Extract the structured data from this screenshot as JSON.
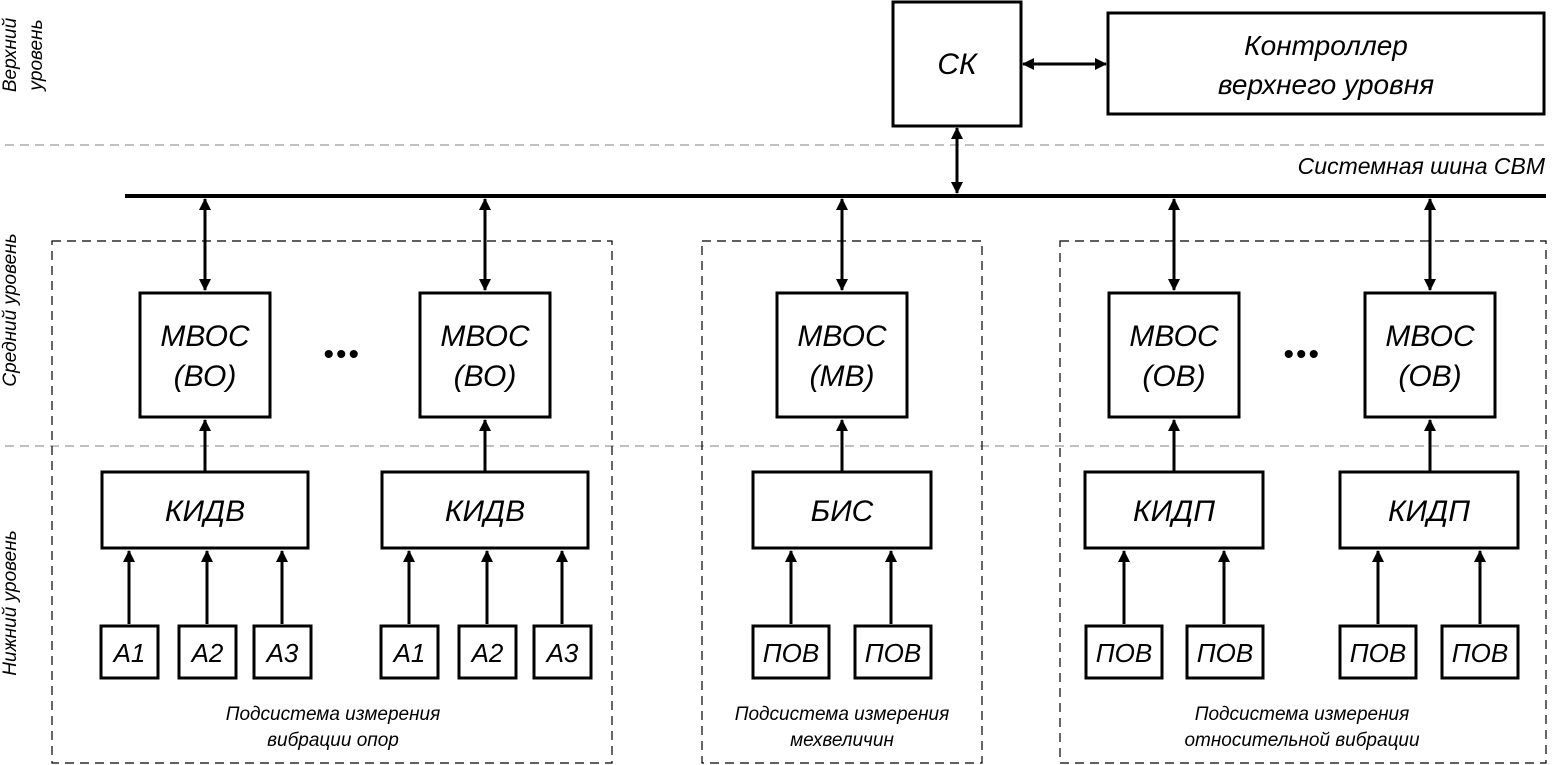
{
  "levels": {
    "top": [
      "Верхний",
      "уровень"
    ],
    "middle": "Средний уровень",
    "bottom": "Нижний уровень"
  },
  "top_blocks": {
    "sk": "СК",
    "controller": [
      "Контроллер",
      "верхнего уровня"
    ]
  },
  "bus_label": "Системная шина СВМ",
  "ellipsis": "•••",
  "subsystems": {
    "supports": {
      "caption": [
        "Подсистема измерения",
        "вибрации опор"
      ],
      "mvos": [
        "МВОС",
        "(ВО)"
      ],
      "kid": "КИДВ",
      "sensors": [
        "А1",
        "А2",
        "А3"
      ]
    },
    "mech": {
      "caption": [
        "Подсистема измерения",
        "мехвеличин"
      ],
      "mvos": [
        "МВОС",
        "(МВ)"
      ],
      "kid": "БИС",
      "sensors": [
        "ПОВ",
        "ПОВ"
      ]
    },
    "relative": {
      "caption": [
        "Подсистема измерения",
        "относительной вибрации"
      ],
      "mvos": [
        "МВОС",
        "(ОВ)"
      ],
      "kid": "КИДП",
      "sensors": [
        "ПОВ",
        "ПОВ"
      ]
    }
  }
}
